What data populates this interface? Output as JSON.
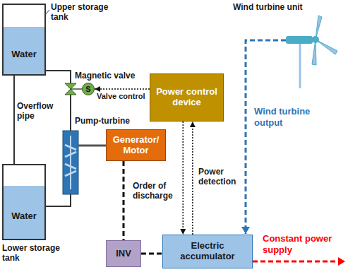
{
  "diagram": {
    "nodes": [
      {
        "text": [
          "Water"
        ]
      },
      {
        "text": [
          "Water"
        ]
      },
      {
        "text": [
          "S"
        ]
      },
      {
        "text": [
          "Power control device"
        ]
      },
      {
        "text": [
          "Generator/ Motor"
        ]
      },
      {
        "text": [
          "INV"
        ]
      },
      {
        "text": [
          "Electric accumulator"
        ]
      }
    ],
    "edges": [
      {
        "from": 3,
        "to": 2,
        "arrow": "to",
        "label": "Valve control"
      },
      {
        "from": 3,
        "to": 6,
        "arrow": "to",
        "label": "Order of discharge"
      },
      {
        "from": 6,
        "to": 3,
        "arrow": "to",
        "label": "Power detection"
      },
      {
        "from": 4,
        "to": 5,
        "arrow": "none"
      },
      {
        "from": 5,
        "to": 6,
        "arrow": "none"
      }
    ],
    "labels": [
      "Upper storage tank",
      "Magnetic valve",
      "Overflow pipe",
      "Pump-turbine",
      "Lower storage tank",
      "Wind turbine unit",
      "Wind turbine output",
      "Constant power supply"
    ]
  }
}
